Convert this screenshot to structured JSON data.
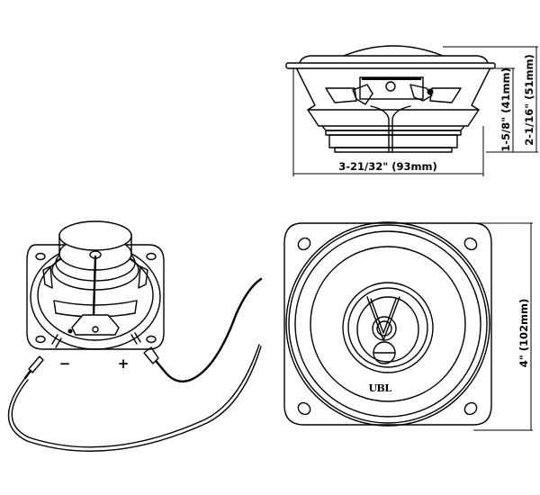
{
  "diagram": {
    "subject": "4-inch coaxial car speaker dimensions and wiring",
    "side_view": {
      "width_label": "3-21/32\" (93mm)",
      "mount_depth_label": "1-5/8\" (41mm)",
      "total_depth_label": "2-1/16\" (51mm)"
    },
    "front_view": {
      "size_label": "4\" (102mm)",
      "brand_label": "UBL"
    },
    "wiring_view": {
      "negative_label": "−",
      "positive_label": "+"
    }
  },
  "colors": {
    "line": "#000000",
    "background": "#ffffff"
  }
}
